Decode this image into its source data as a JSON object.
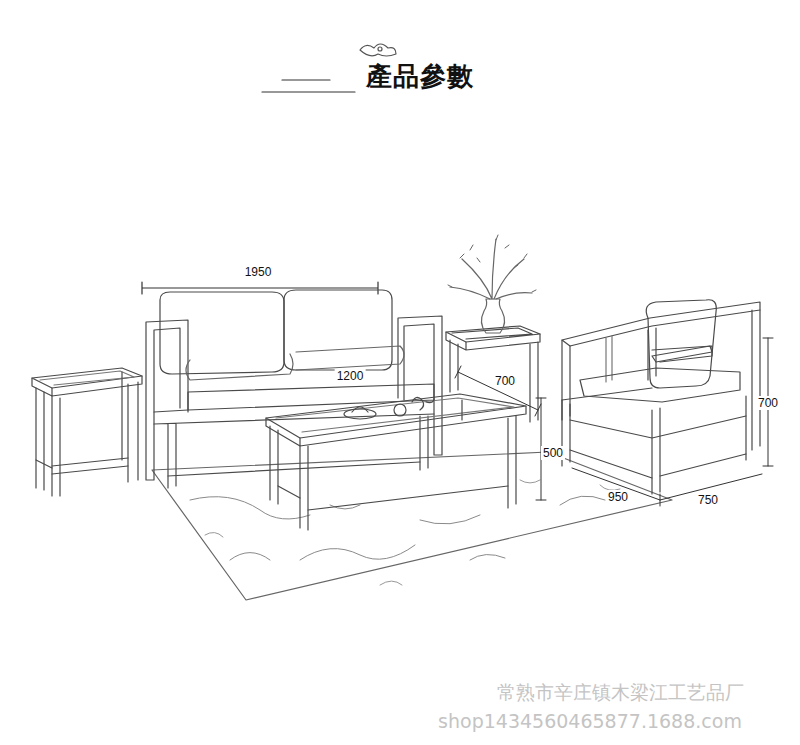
{
  "diagram": {
    "title": "產品參數",
    "labels": [
      "1950",
      "1200",
      "700",
      "500",
      "950",
      "750",
      "700",
      "常熟市辛庄镇木梁江工艺品厂",
      "shop1434560465877.1688.com"
    ]
  }
}
